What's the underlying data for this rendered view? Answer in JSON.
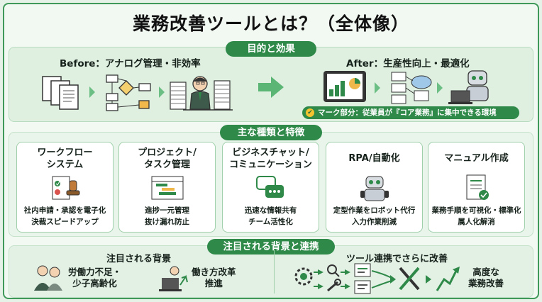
{
  "title": "業務改善ツールとは？（全体像）",
  "section1": {
    "pill": "目的と効果",
    "before_heading": "Before：アナログ管理・非効率",
    "after_heading": "After：生産性向上・最適化",
    "note": "マーク部分：従業員が『コア業務』に集中できる環境"
  },
  "section2": {
    "pill": "主な種類と特徴",
    "cards": [
      {
        "title_1": "ワークフロー",
        "title_2": "システム",
        "desc_1": "社内申請・承認を電子化",
        "desc_2": "決裁スピードアップ"
      },
      {
        "title_1": "プロジェクト/",
        "title_2": "タスク管理",
        "desc_1": "進捗一元管理",
        "desc_2": "抜け漏れ防止"
      },
      {
        "title_1": "ビジネスチャット/",
        "title_2": "コミュニケーション",
        "desc_1": "迅速な情報共有",
        "desc_2": "チーム活性化"
      },
      {
        "title_1": "RPA/自動化",
        "title_2": "",
        "desc_1": "定型作業をロボット代行",
        "desc_2": "入力作業削減"
      },
      {
        "title_1": "マニュアル作成",
        "title_2": "",
        "desc_1": "業務手順を可視化・標準化",
        "desc_2": "属人化解消"
      }
    ]
  },
  "section3": {
    "pill": "注目される背景と連携",
    "background_heading": "注目される背景",
    "labor_1": "労働力不足・",
    "labor_2": "少子高齢化",
    "reform_1": "働き方改革",
    "reform_2": "推進",
    "integration_heading": "ツール連携でさらに改善",
    "result_1": "高度な",
    "result_2": "業務改善"
  },
  "colors": {
    "accent": "#2f8a4a",
    "panel": "#dff0e1",
    "border": "#3f9a5a"
  }
}
